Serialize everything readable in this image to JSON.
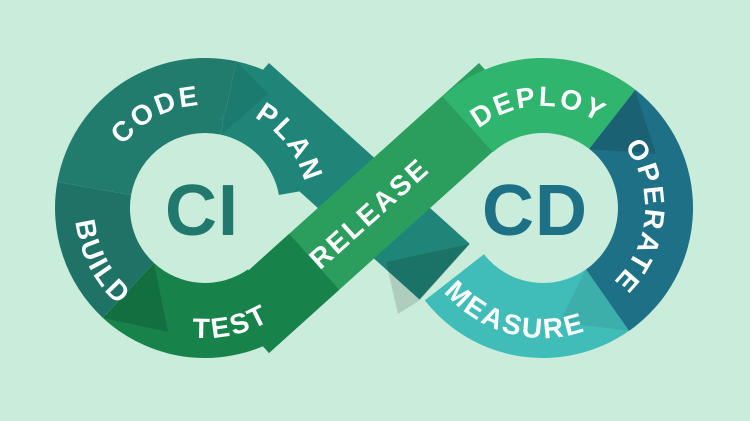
{
  "background_color": "#caecdb",
  "label_color": "#ffffff",
  "diagram": {
    "name": "CI/CD DevOps infinity loop",
    "left_loop": {
      "title": "CI",
      "title_color": "#20796c",
      "segments": {
        "code": {
          "label": "CODE",
          "color": "#217c6d"
        },
        "plan": {
          "label": "PLAN",
          "color": "#1f8578"
        },
        "build": {
          "label": "BUILD",
          "color": "#1f7266"
        },
        "test": {
          "label": "TEST",
          "color": "#17834b"
        }
      }
    },
    "right_loop": {
      "title": "CD",
      "title_color": "#1c7187",
      "segments": {
        "deploy": {
          "label": "DEPLOY",
          "color": "#2fb56d"
        },
        "operate": {
          "label": "OPERATE",
          "color": "#1d7085"
        },
        "measure": {
          "label": "MEASURE",
          "color": "#41bdb9"
        }
      }
    },
    "crossover": {
      "release": {
        "label": "RELEASE",
        "color": "#2b9e5e"
      },
      "release_tail_color": "#17834b",
      "plan_connector_color": "#1f8578"
    }
  }
}
